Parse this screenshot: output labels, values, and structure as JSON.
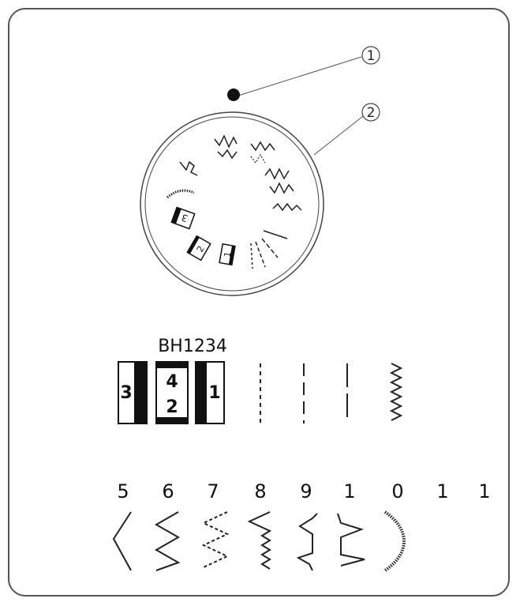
{
  "callouts": [
    {
      "number": "1",
      "target": "indicator-dot"
    },
    {
      "number": "2",
      "target": "pattern-dial"
    }
  ],
  "buttonhole_group_label": "BH1234",
  "buttonhole_icons": [
    {
      "digits": "3"
    },
    {
      "digits": "4",
      "digits_lower": "2"
    },
    {
      "digits": "1"
    }
  ],
  "stitch_numbers_row": [
    "5",
    "6",
    "7",
    "8",
    "9",
    "1",
    "0",
    "1",
    "1"
  ],
  "dial_buttonhole_marks": [
    "3",
    "2",
    "1"
  ],
  "colors": {
    "line": "#222222",
    "frame": "#555555"
  }
}
